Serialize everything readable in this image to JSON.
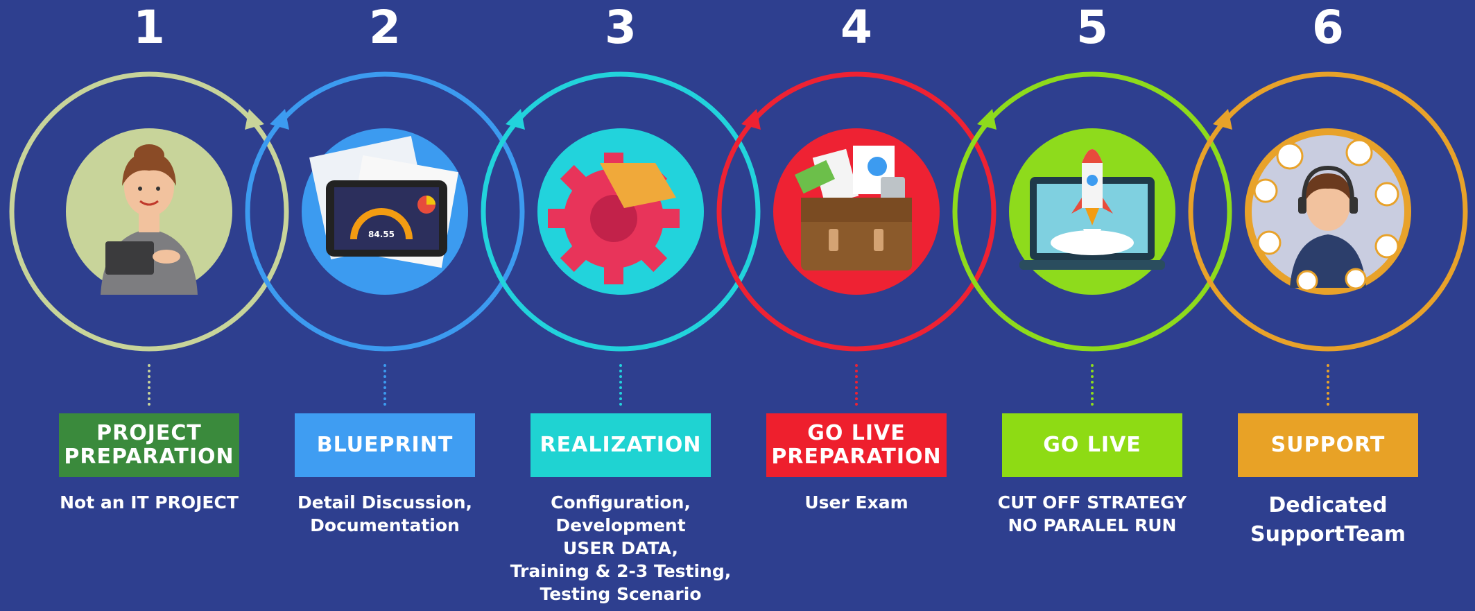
{
  "colors": {
    "background": "#2e3f8f",
    "step1": "#c8d49a",
    "step2": "#3c9bf0",
    "step3": "#22d3dc",
    "step4": "#ee2233",
    "step5": "#8edb1c",
    "step6": "#e8a22a"
  },
  "steps": [
    {
      "number": "1",
      "label": "PROJECT\nPREPARATION",
      "description": "Not an IT PROJECT",
      "icon": "businesswoman-tablet-icon",
      "box_color": "#3a8a3c",
      "ring_color": "#c8d49a",
      "disc_color": "#c8d49a"
    },
    {
      "number": "2",
      "label": "BLUEPRINT",
      "description": "Detail Discussion,\nDocumentation",
      "icon": "tablet-dashboard-documents-icon",
      "box_color": "#3f9df2",
      "ring_color": "#3c9bf0",
      "disc_color": "#3c9bf0"
    },
    {
      "number": "3",
      "label": "REALIZATION",
      "description": "Configuration,\nDevelopment\nUSER DATA,\nTraining & 2-3 Testing,\nTesting Scenario",
      "icon": "gear-icon",
      "box_color": "#1fd3d2",
      "ring_color": "#22d3dc",
      "disc_color": "#22d3dc"
    },
    {
      "number": "4",
      "label": "GO LIVE\nPREPARATION",
      "description": "User Exam",
      "icon": "briefcase-documents-icon",
      "box_color": "#ee1f2d",
      "ring_color": "#ee2233",
      "disc_color": "#ee2233"
    },
    {
      "number": "5",
      "label": "GO LIVE",
      "description": "CUT OFF STRATEGY\nNO PARALEL RUN",
      "icon": "rocket-laptop-icon",
      "box_color": "#8edb14",
      "ring_color": "#8edb1c",
      "disc_color": "#8edb1c"
    },
    {
      "number": "6",
      "label": "SUPPORT",
      "description": "Dedicated\nSupportTeam",
      "icon": "support-agent-headset-icon",
      "box_color": "#e8a226",
      "ring_color": "#e8a22a",
      "disc_color": "#e8a22a"
    }
  ]
}
